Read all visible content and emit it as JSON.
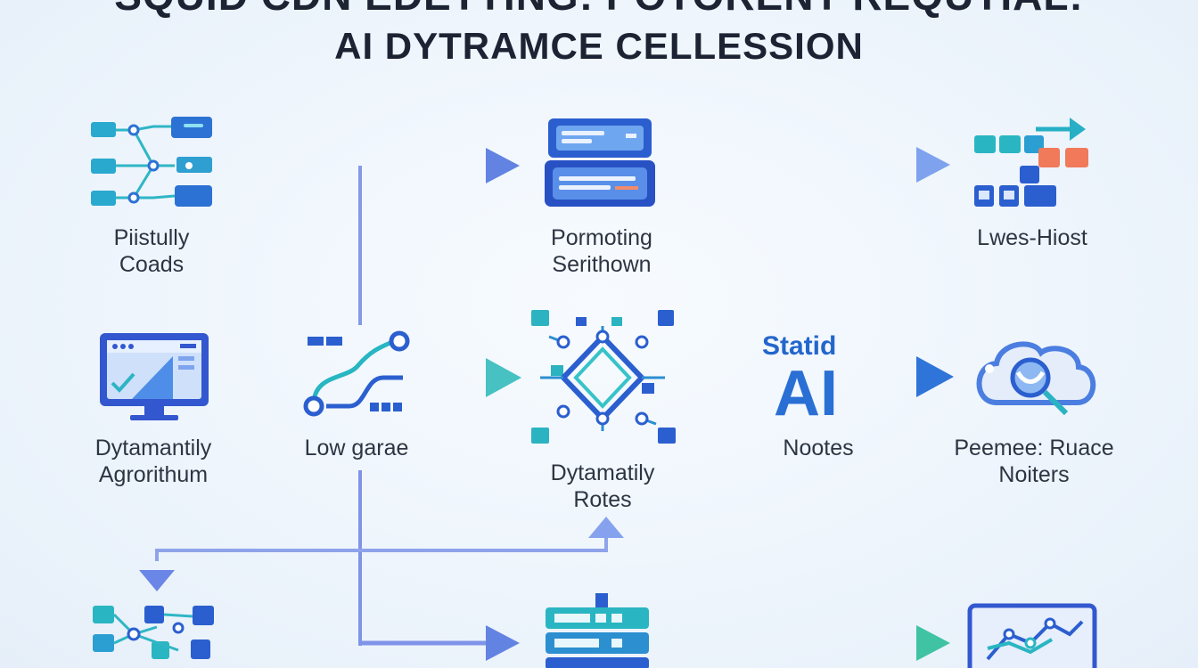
{
  "title": {
    "line1": "SQUID CDN EDETTING: POTORENT REQUTIAL:",
    "line2": "AI DYTRAMCE CELLESSION"
  },
  "nodes": {
    "pilotly_coads": [
      "Piistully",
      "Coads"
    ],
    "pormoting_serithown": [
      "Pormoting",
      "Serithown"
    ],
    "lwes_hiost": [
      "Lwes-Hiost"
    ],
    "dytamantily_agrorithum": [
      "Dytamantily",
      "Agrorithum"
    ],
    "low_garae": [
      "Low garae"
    ],
    "dytamatily_rotes": [
      "Dytamatily",
      "Rotes"
    ],
    "statid_ai": {
      "top": "Statid",
      "big": "AI",
      "bottom": "Nootes"
    },
    "peemee_ruace_noiters": [
      "Peemee: Ruace",
      "Noiters"
    ]
  },
  "colors": {
    "arrow_blue": "#6f88e6",
    "arrow_green": "#6dd3a8",
    "arrow_teal": "#3cc4c8",
    "icon_blue": "#3a6fd6",
    "icon_teal": "#27b3c9",
    "icon_orange": "#f07a5a",
    "text": "#2d3542",
    "ai_blue": "#2366cc"
  }
}
